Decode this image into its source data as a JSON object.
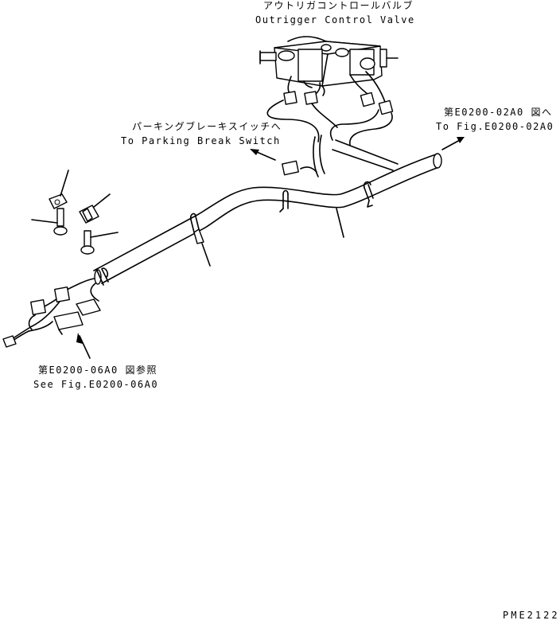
{
  "labels": {
    "valve_jp": "アウトリガコントロールバルブ",
    "valve_en": "Outrigger Control Valve",
    "parking_jp": "パーキングブレーキスイッチへ",
    "parking_en": "To Parking Break Switch",
    "fig02_jp": "第E0200-02A0 図へ",
    "fig02_en": "To Fig.E0200-02A0",
    "fig06_jp": "第E0200-06A0 図参照",
    "fig06_en": "See Fig.E0200-06A0",
    "page_code": "PME2122"
  }
}
